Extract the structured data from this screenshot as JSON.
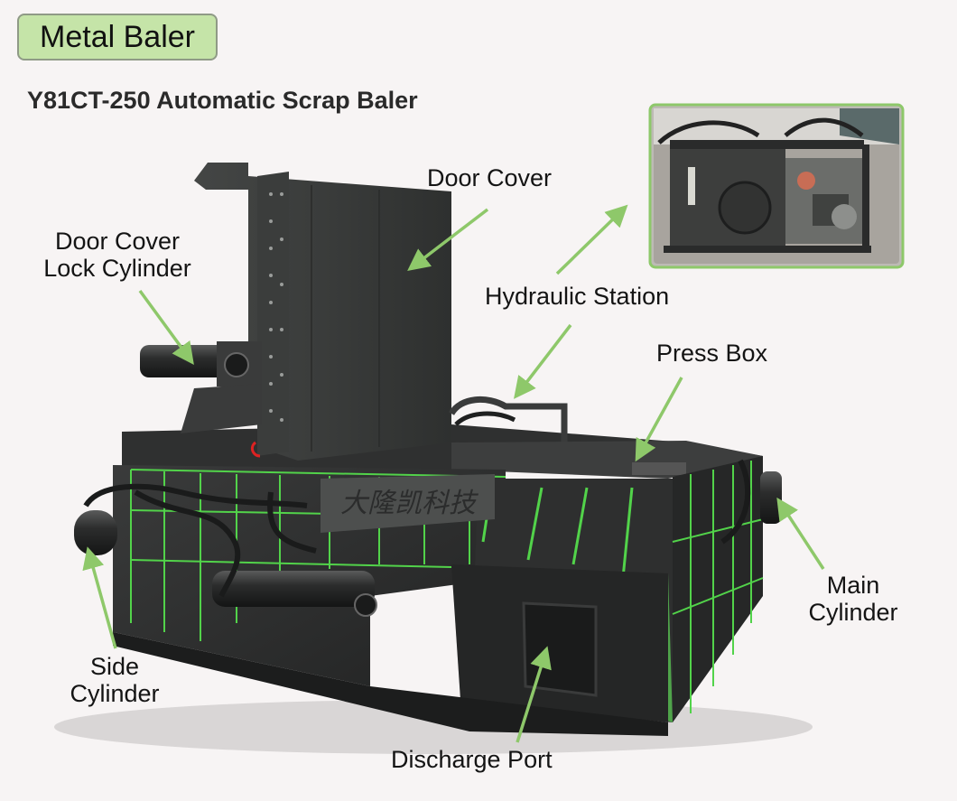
{
  "badge": {
    "text": "Metal Baler"
  },
  "subtitle": "Y81CT-250 Automatic Scrap Baler",
  "callouts": {
    "door_cover": "Door Cover",
    "door_lock_line1": "Door Cover",
    "door_lock_line2": "Lock Cylinder",
    "hydraulic_station": "Hydraulic Station",
    "press_box": "Press Box",
    "main_line1": "Main",
    "main_line2": "Cylinder",
    "side_line1": "Side",
    "side_line2": "Cylinder",
    "discharge_port": "Discharge Port"
  },
  "machine": {
    "plate_text": "大隆凯科技"
  },
  "colors": {
    "accent_green": "#8ec86a",
    "frame_green": "#52d34a",
    "steel_dark": "#2b2c2c",
    "steel_mid": "#4a4b4a"
  }
}
